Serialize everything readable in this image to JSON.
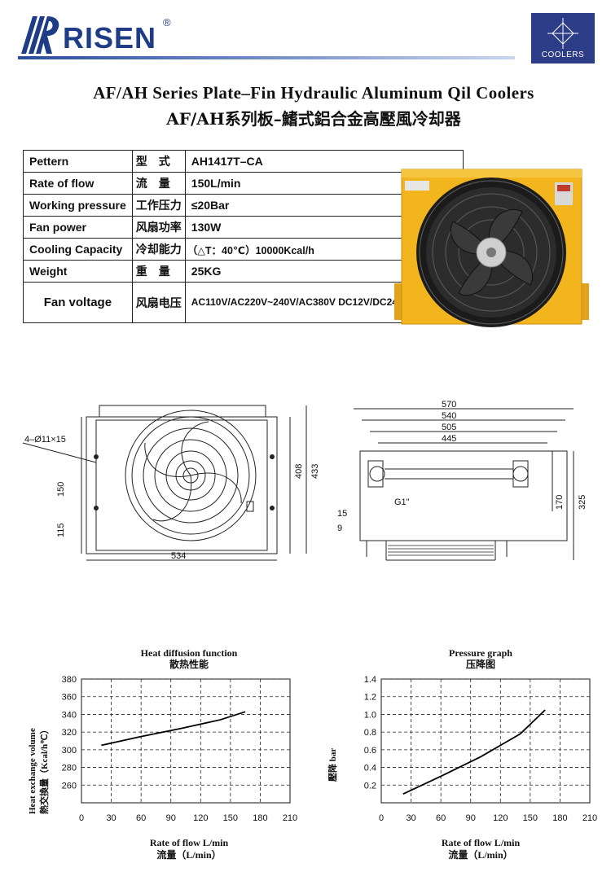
{
  "brand": {
    "name": "RISEN",
    "reg": "®",
    "badge": "COOLERS"
  },
  "title_en": "AF/AH Series Plate–Fin Hydraulic Aluminum Qil Coolers",
  "title_cn": "AF/AH系列板–鰭式鋁合金高壓風冷却器",
  "spec": [
    {
      "en": "Pettern",
      "cn": "型　式",
      "value": "AH1417T–CA"
    },
    {
      "en": "Rate of flow",
      "cn": "流　量",
      "value": "150L/min"
    },
    {
      "en": "Working pressure",
      "cn": "工作压力",
      "value": "≤20Bar"
    },
    {
      "en": "Fan power",
      "cn": "风扇功率",
      "value": "130W"
    },
    {
      "en": "Cooling Capacity",
      "cn": "冷却能力",
      "value": "（△T：40℃）10000Kcal/h"
    },
    {
      "en": "Weight",
      "cn": "重　量",
      "value": "25KG"
    },
    {
      "en": "Fan voltage",
      "cn": "风扇电压",
      "value": "AC110V/AC220V~240V/AC380V DC12V/DC24V/50HZ/60HZ"
    }
  ],
  "front_view": {
    "holes": "4–Ø11×15",
    "d150": "150",
    "d115": "115",
    "d534": "534",
    "d408": "408",
    "d433": "433"
  },
  "side_view": {
    "d570": "570",
    "d540": "540",
    "d505": "505",
    "d445": "445",
    "port": "G1\"",
    "d15": "15",
    "d9": "9",
    "d170": "170",
    "d325": "325"
  },
  "chart_data": [
    {
      "type": "line",
      "title": "Heat diffusion function",
      "title_cn": "散热性能",
      "xlabel": "Rate of flow L/min",
      "xlabel_cn": "流量（L/min）",
      "ylabel": "Heat exchange volume",
      "ylabel_cn": "熱交換量（Kcal/h℃）",
      "x_ticks": [
        "0",
        "30",
        "60",
        "90",
        "120",
        "150",
        "180",
        "210"
      ],
      "y_ticks": [
        "260",
        "280",
        "300",
        "320",
        "340",
        "360",
        "380"
      ],
      "xlim": [
        0,
        210
      ],
      "ylim": [
        240,
        380
      ],
      "grid": true,
      "series": [
        {
          "x": [
            20,
            60,
            100,
            140,
            165
          ],
          "y": [
            305,
            315,
            324,
            334,
            343
          ]
        }
      ]
    },
    {
      "type": "line",
      "title": "Pressure graph",
      "title_cn": "压降图",
      "xlabel": "Rate of flow L/min",
      "xlabel_cn": "流量（L/min）",
      "ylabel": "bar",
      "ylabel_cn": "壓降",
      "x_ticks": [
        "0",
        "30",
        "60",
        "90",
        "120",
        "150",
        "180",
        "210"
      ],
      "y_ticks": [
        "0.2",
        "0.4",
        "0.6",
        "0.8",
        "1.0",
        "1.2",
        "1.4"
      ],
      "xlim": [
        0,
        210
      ],
      "ylim": [
        0,
        1.4
      ],
      "grid": true,
      "series": [
        {
          "x": [
            22,
            60,
            100,
            140,
            165
          ],
          "y": [
            0.1,
            0.3,
            0.52,
            0.78,
            1.05
          ]
        }
      ]
    }
  ]
}
